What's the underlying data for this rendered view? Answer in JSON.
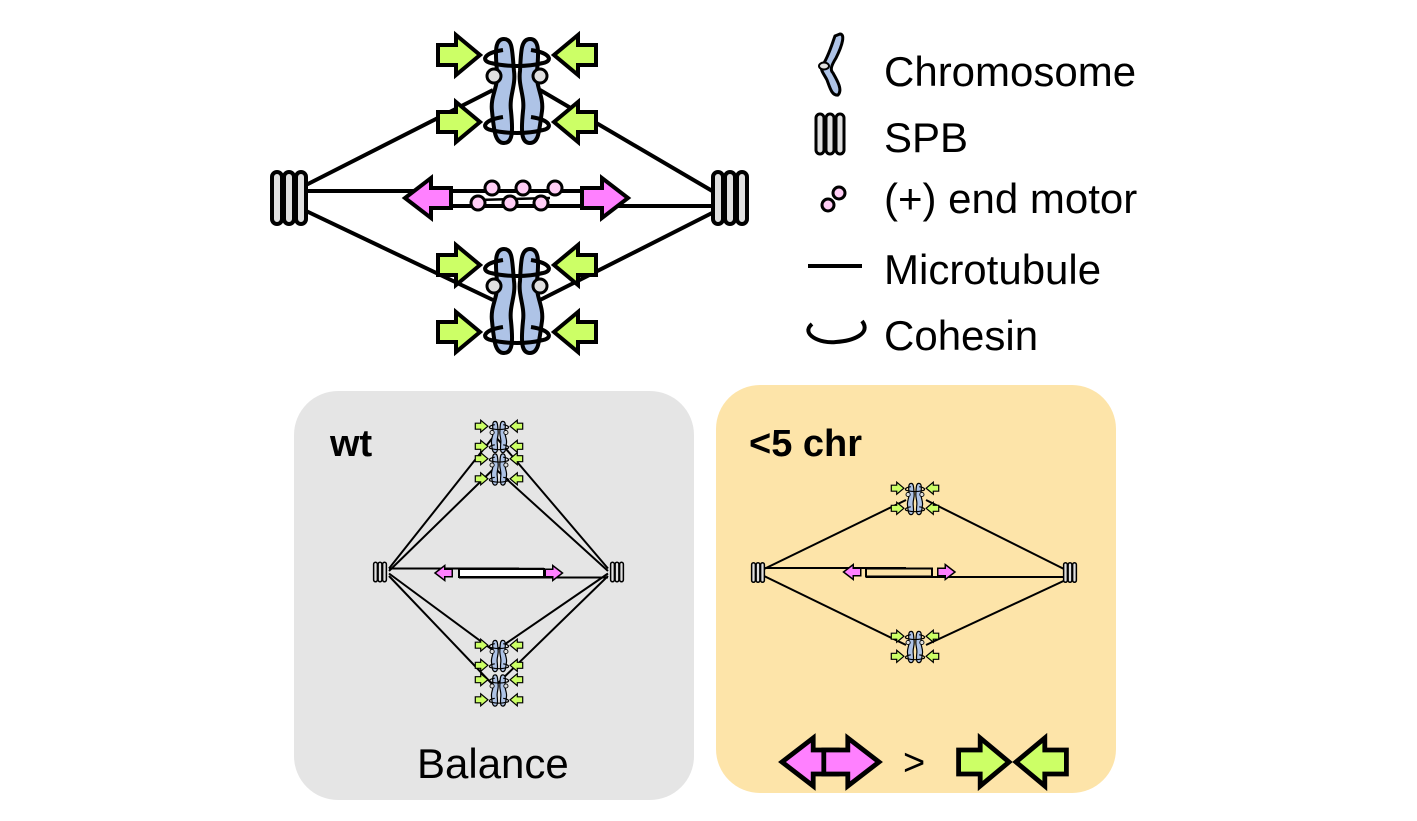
{
  "legend": {
    "items": [
      {
        "icon": "chromosome-icon",
        "label": "Chromosome"
      },
      {
        "icon": "spb-icon",
        "label": "SPB"
      },
      {
        "icon": "plus-end-motor-icon",
        "label": "(+) end motor"
      },
      {
        "icon": "microtubule-icon",
        "label": "Microtubule"
      },
      {
        "icon": "cohesin-icon",
        "label": "Cohesin"
      }
    ]
  },
  "panels": {
    "wt": {
      "title": "wt",
      "caption": "Balance",
      "chromosome_pairs": 4,
      "background": "#e5e5e5"
    },
    "lt5chr": {
      "title": "<5 chr",
      "chromosome_pairs": 2,
      "comparison_symbol": ">",
      "background": "#fde4a9"
    }
  },
  "colors": {
    "chromosome": "#aec3e6",
    "pushing_arrow": "#ff80ff",
    "pulling_arrow": "#ccff66",
    "spb": "#e0e0e0",
    "motor": "#ffcdf5",
    "kinetochore": "#e0e0e0"
  }
}
